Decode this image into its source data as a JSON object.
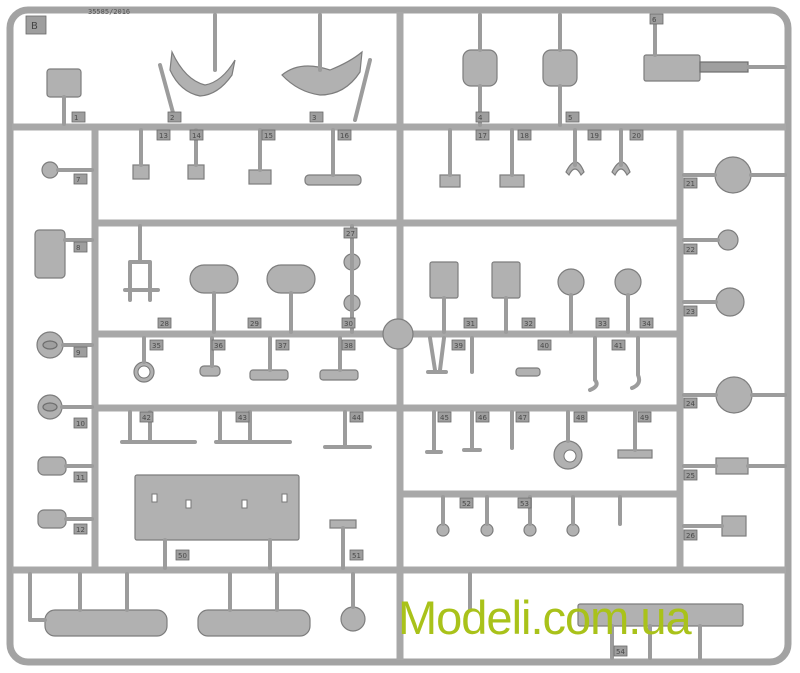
{
  "sprue": {
    "letter": "B",
    "molding_code": "35585/2016",
    "part_numbers": [
      "1",
      "2",
      "3",
      "4",
      "5",
      "6",
      "7",
      "8",
      "9",
      "10",
      "11",
      "12",
      "13",
      "14",
      "15",
      "16",
      "17",
      "18",
      "19",
      "20",
      "21",
      "22",
      "23",
      "24",
      "25",
      "26",
      "27",
      "28",
      "29",
      "30",
      "31",
      "32",
      "33",
      "34",
      "35",
      "36",
      "37",
      "38",
      "39",
      "40",
      "41",
      "42",
      "43",
      "44",
      "45",
      "46",
      "47",
      "48",
      "49",
      "50",
      "51",
      "52",
      "53",
      "54"
    ],
    "colors": {
      "plastic": "#b1b1b1",
      "frame": "#a3a3a3",
      "watermark": "#a9c21a"
    }
  },
  "watermark": {
    "text": "Modeli.com.ua"
  }
}
